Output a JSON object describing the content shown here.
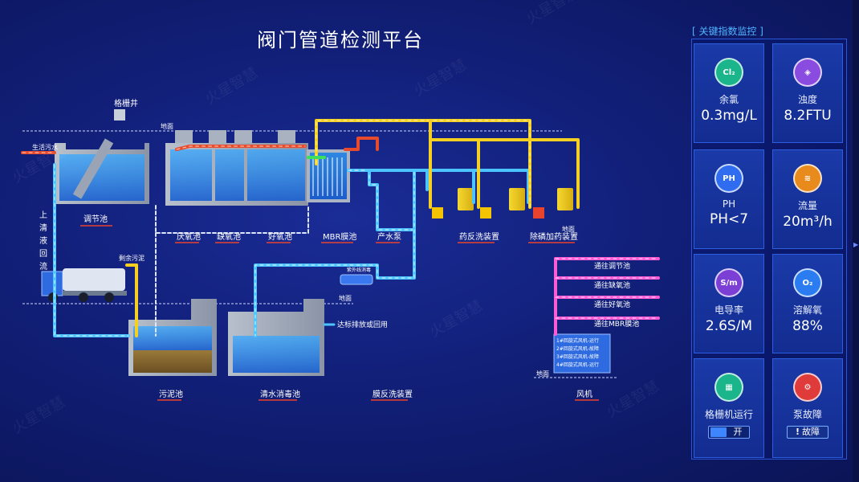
{
  "title": "阀门管道检测平台",
  "panel": {
    "title": "[ 关键指数监控 ]",
    "cards": [
      {
        "label": "余氯",
        "value": "0.3mg/L",
        "icon": "chlorine-icon",
        "icon_text": "Cl₂",
        "color": "#1ab58a"
      },
      {
        "label": "浊度",
        "value": "8.2FTU",
        "icon": "turbidity-icon",
        "icon_text": "◈",
        "color": "#8a4be0"
      },
      {
        "label": "PH",
        "value": "PH<7",
        "icon": "ph-icon",
        "icon_text": "PH",
        "color": "#2f6cf0"
      },
      {
        "label": "流量",
        "value": "20m³/h",
        "icon": "flow-icon",
        "icon_text": "≋",
        "color": "#e88a1c"
      },
      {
        "label": "电导率",
        "value": "2.6S/M",
        "icon": "conductivity-icon",
        "icon_text": "S/m",
        "color": "#7c3fd6"
      },
      {
        "label": "溶解氧",
        "value": "88%",
        "icon": "dissolved-oxygen-icon",
        "icon_text": "O₂",
        "color": "#2a7cf0"
      },
      {
        "label": "格栅机运行",
        "state": "开",
        "icon": "grille-icon",
        "icon_text": "▦",
        "color": "#1ab58a"
      },
      {
        "label": "泵故障",
        "state": "故障",
        "icon": "pump-icon",
        "icon_text": "⚙",
        "color": "#e03b3b"
      }
    ]
  },
  "diagram": {
    "labels": {
      "geshajing": "格栅井",
      "dimian": "地面",
      "shenghuowushui": "生活污水",
      "tiaojiechi": "调节池",
      "yanyangchi": "厌氧池",
      "queyangchi": "缺氧池",
      "haoyangchi": "好氧池",
      "mbr": "MBR膜池",
      "chanshuibeng": "产水泵",
      "yaofanxi": "药反洗装置",
      "chulin": "除磷加药装置",
      "shangqing": "上清液回流",
      "shengyuwuni": "剩余污泥",
      "ziwai": "紫外线消毒",
      "dabiao": "达标排放或回用",
      "wunichi": "污泥池",
      "qingshui": "清水消毒池",
      "mofanxi": "膜反洗装置",
      "fengji": "风机"
    },
    "air_routes": [
      "通往调节池",
      "通往缺氧池",
      "通往好氧池",
      "通往MBR膜池"
    ],
    "blowers": [
      "1#回旋式风机-运行",
      "2#回旋式风机-故障",
      "3#回旋式风机-故障",
      "4#回旋式风机-运行"
    ],
    "watermark": "火星智慧"
  }
}
